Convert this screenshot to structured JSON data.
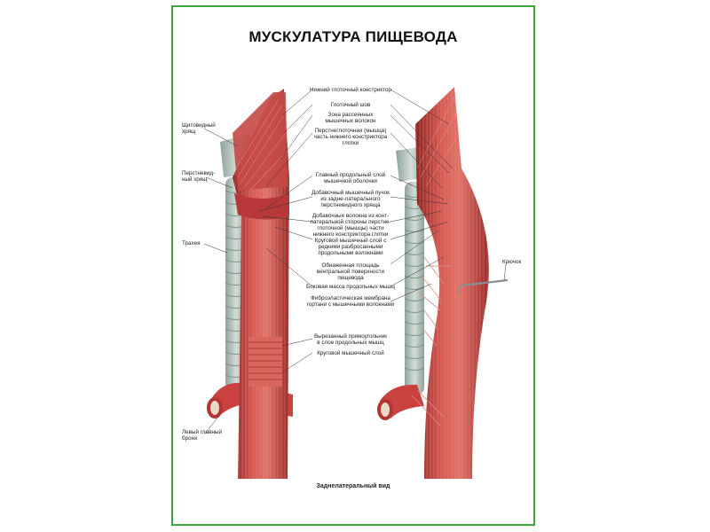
{
  "poster": {
    "title": "МУСКУЛАТУРА ПИЩЕВОДА",
    "caption": "Заднелатеральный вид",
    "frame_color": "#3aa63a",
    "muscle_color": "#c9423f",
    "cartilage_color": "#b9c7c0"
  },
  "labels": {
    "left": {
      "thyroid_cartilage": [
        "Щитовидный",
        "хрящ"
      ],
      "cricoid_cartilage": [
        "Перстневид-",
        "ный хрящ"
      ],
      "trachea": [
        "Трахея"
      ],
      "left_bronchus": [
        "Левый главный",
        "бронх"
      ]
    },
    "center": {
      "inferior_constrictor": [
        "Нижний глоточный констриктор"
      ],
      "pharyngeal_raphe": [
        "Глоточный шов"
      ],
      "sparse_fibers": [
        "Зона рассеянных",
        "мышечных волокон"
      ],
      "cricopharyngeus": [
        "Перстнеглоточная (мышца)",
        "часть нижнего констриктора",
        "глотки"
      ],
      "main_longitudinal": [
        "Главный продольный слой",
        "мышечной оболочки"
      ],
      "accessory_bundle": [
        "Добавочный мышечный пучок",
        "из задне-латерального",
        "перстневидного хряща"
      ],
      "accessory_fibers": [
        "Добавочные волокна из конт-",
        "латеральной стороны перстне-",
        "глоточной (мышцы) части",
        "нижнего констриктора глотки"
      ],
      "circular_sparse": [
        "Круговой мышечный слой с",
        "редкими разбросанными",
        "продольными волокнами"
      ],
      "bare_area": [
        "Обнаженная площадь",
        "вентральной поверхности",
        "пищевода"
      ],
      "lateral_mass": [
        "Боковая масса продольных мышц"
      ],
      "fibroelastic": [
        "Фиброэластическая мембрана",
        "гортани с мышечными волокнами"
      ],
      "cut_window": [
        "Вырезанный прямоугольник",
        "в слое продольных мышц"
      ],
      "circular_layer": [
        "Круговой мышечный слой"
      ]
    },
    "right": {
      "hook": [
        "Крючок"
      ]
    }
  }
}
